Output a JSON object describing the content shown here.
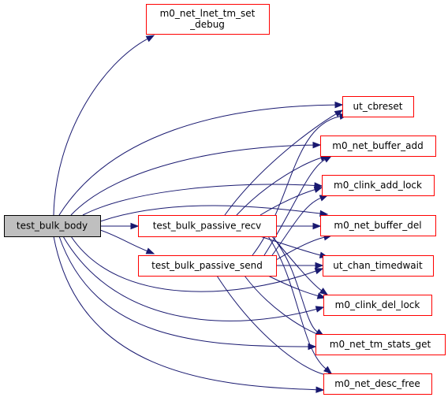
{
  "graph": {
    "root": "test_bulk_body",
    "nodes": [
      {
        "id": "root",
        "lines": [
          "test_bulk_body"
        ],
        "kind": "root"
      },
      {
        "id": "debug",
        "lines": [
          "m0_net_lnet_tm_set",
          "_debug"
        ],
        "kind": "callee"
      },
      {
        "id": "cbreset",
        "lines": [
          "ut_cbreset"
        ],
        "kind": "callee"
      },
      {
        "id": "buf_add",
        "lines": [
          "m0_net_buffer_add"
        ],
        "kind": "callee"
      },
      {
        "id": "clink_add",
        "lines": [
          "m0_clink_add_lock"
        ],
        "kind": "callee"
      },
      {
        "id": "recv",
        "lines": [
          "test_bulk_passive_recv"
        ],
        "kind": "callee"
      },
      {
        "id": "buf_del",
        "lines": [
          "m0_net_buffer_del"
        ],
        "kind": "callee"
      },
      {
        "id": "send",
        "lines": [
          "test_bulk_passive_send"
        ],
        "kind": "callee"
      },
      {
        "id": "timedwait",
        "lines": [
          "ut_chan_timedwait"
        ],
        "kind": "callee"
      },
      {
        "id": "clink_del",
        "lines": [
          "m0_clink_del_lock"
        ],
        "kind": "callee"
      },
      {
        "id": "stats",
        "lines": [
          "m0_net_tm_stats_get"
        ],
        "kind": "callee"
      },
      {
        "id": "desc_free",
        "lines": [
          "m0_net_desc_free"
        ],
        "kind": "callee"
      }
    ],
    "edges": [
      [
        "root",
        "debug"
      ],
      [
        "root",
        "cbreset"
      ],
      [
        "root",
        "buf_add"
      ],
      [
        "root",
        "clink_add"
      ],
      [
        "root",
        "recv"
      ],
      [
        "root",
        "buf_del"
      ],
      [
        "root",
        "send"
      ],
      [
        "root",
        "timedwait"
      ],
      [
        "root",
        "clink_del"
      ],
      [
        "root",
        "stats"
      ],
      [
        "root",
        "desc_free"
      ],
      [
        "recv",
        "cbreset"
      ],
      [
        "recv",
        "buf_add"
      ],
      [
        "recv",
        "clink_add"
      ],
      [
        "recv",
        "buf_del"
      ],
      [
        "recv",
        "timedwait"
      ],
      [
        "recv",
        "clink_del"
      ],
      [
        "recv",
        "stats"
      ],
      [
        "recv",
        "desc_free"
      ],
      [
        "send",
        "cbreset"
      ],
      [
        "send",
        "buf_add"
      ],
      [
        "send",
        "clink_add"
      ],
      [
        "send",
        "buf_del"
      ],
      [
        "send",
        "timedwait"
      ],
      [
        "send",
        "clink_del"
      ],
      [
        "send",
        "stats"
      ],
      [
        "send",
        "desc_free"
      ]
    ],
    "colors": {
      "edge": "#191970",
      "node_border": "#ff0000",
      "root_fill": "#bfbfbf",
      "root_border": "#000000"
    }
  }
}
